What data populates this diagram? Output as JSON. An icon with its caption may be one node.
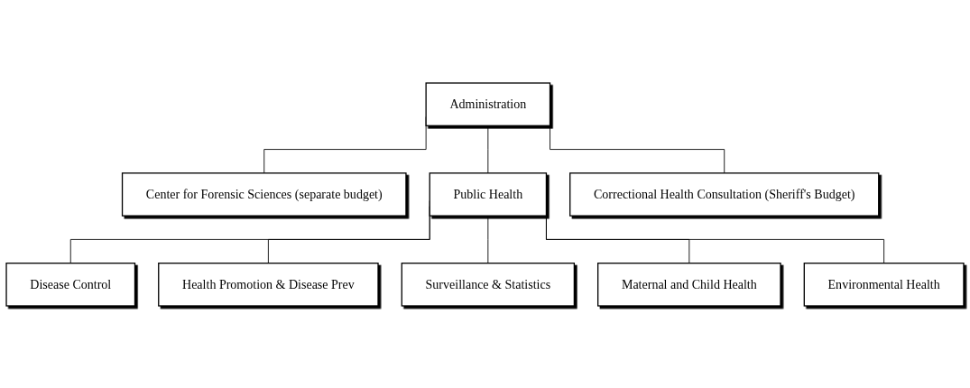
{
  "diagram": {
    "nodes": [
      {
        "text": [
          "Administration"
        ]
      },
      {
        "text": [
          "Center for Forensic Sciences (separate budget)"
        ]
      },
      {
        "text": [
          "Public Health"
        ]
      },
      {
        "text": [
          "Correctional Health Consultation (Sheriff's Budget)"
        ]
      },
      {
        "text": [
          "Disease Control"
        ]
      },
      {
        "text": [
          "Health Promotion & Disease Prev"
        ]
      },
      {
        "text": [
          "Surveillance & Statistics"
        ]
      },
      {
        "text": [
          "Maternal and Child Health"
        ]
      },
      {
        "text": [
          "Environmental Health"
        ]
      }
    ],
    "edges": [
      {
        "from": 0,
        "to": 1,
        "arrow": "none"
      },
      {
        "from": 0,
        "to": 2,
        "arrow": "none"
      },
      {
        "from": 0,
        "to": 3,
        "arrow": "none"
      },
      {
        "from": 2,
        "to": 4,
        "arrow": "none"
      },
      {
        "from": 2,
        "to": 5,
        "arrow": "none"
      },
      {
        "from": 2,
        "to": 6,
        "arrow": "none"
      },
      {
        "from": 2,
        "to": 7,
        "arrow": "none"
      },
      {
        "from": 2,
        "to": 8,
        "arrow": "none"
      }
    ]
  }
}
